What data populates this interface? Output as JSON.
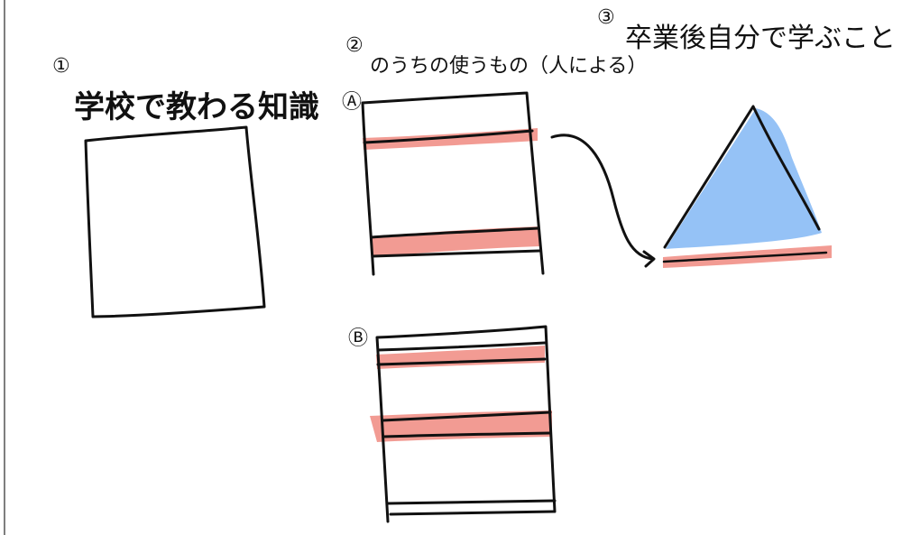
{
  "diagram": {
    "section1": {
      "marker": "①",
      "title": "学校で教わる知識"
    },
    "section2": {
      "marker": "②",
      "title": "のうちの使うもの（人による）",
      "variant_a": {
        "marker": "Ⓐ"
      },
      "variant_b": {
        "marker": "Ⓑ"
      }
    },
    "section3": {
      "marker": "③",
      "title": "卒業後自分で学ぶこと"
    }
  },
  "colors": {
    "ink": "#111111",
    "highlight": "#f08a80",
    "triangle_fill": "#8fbff5",
    "background": "#ffffff"
  },
  "icons": {
    "connector": "curved-arrow-icon"
  }
}
